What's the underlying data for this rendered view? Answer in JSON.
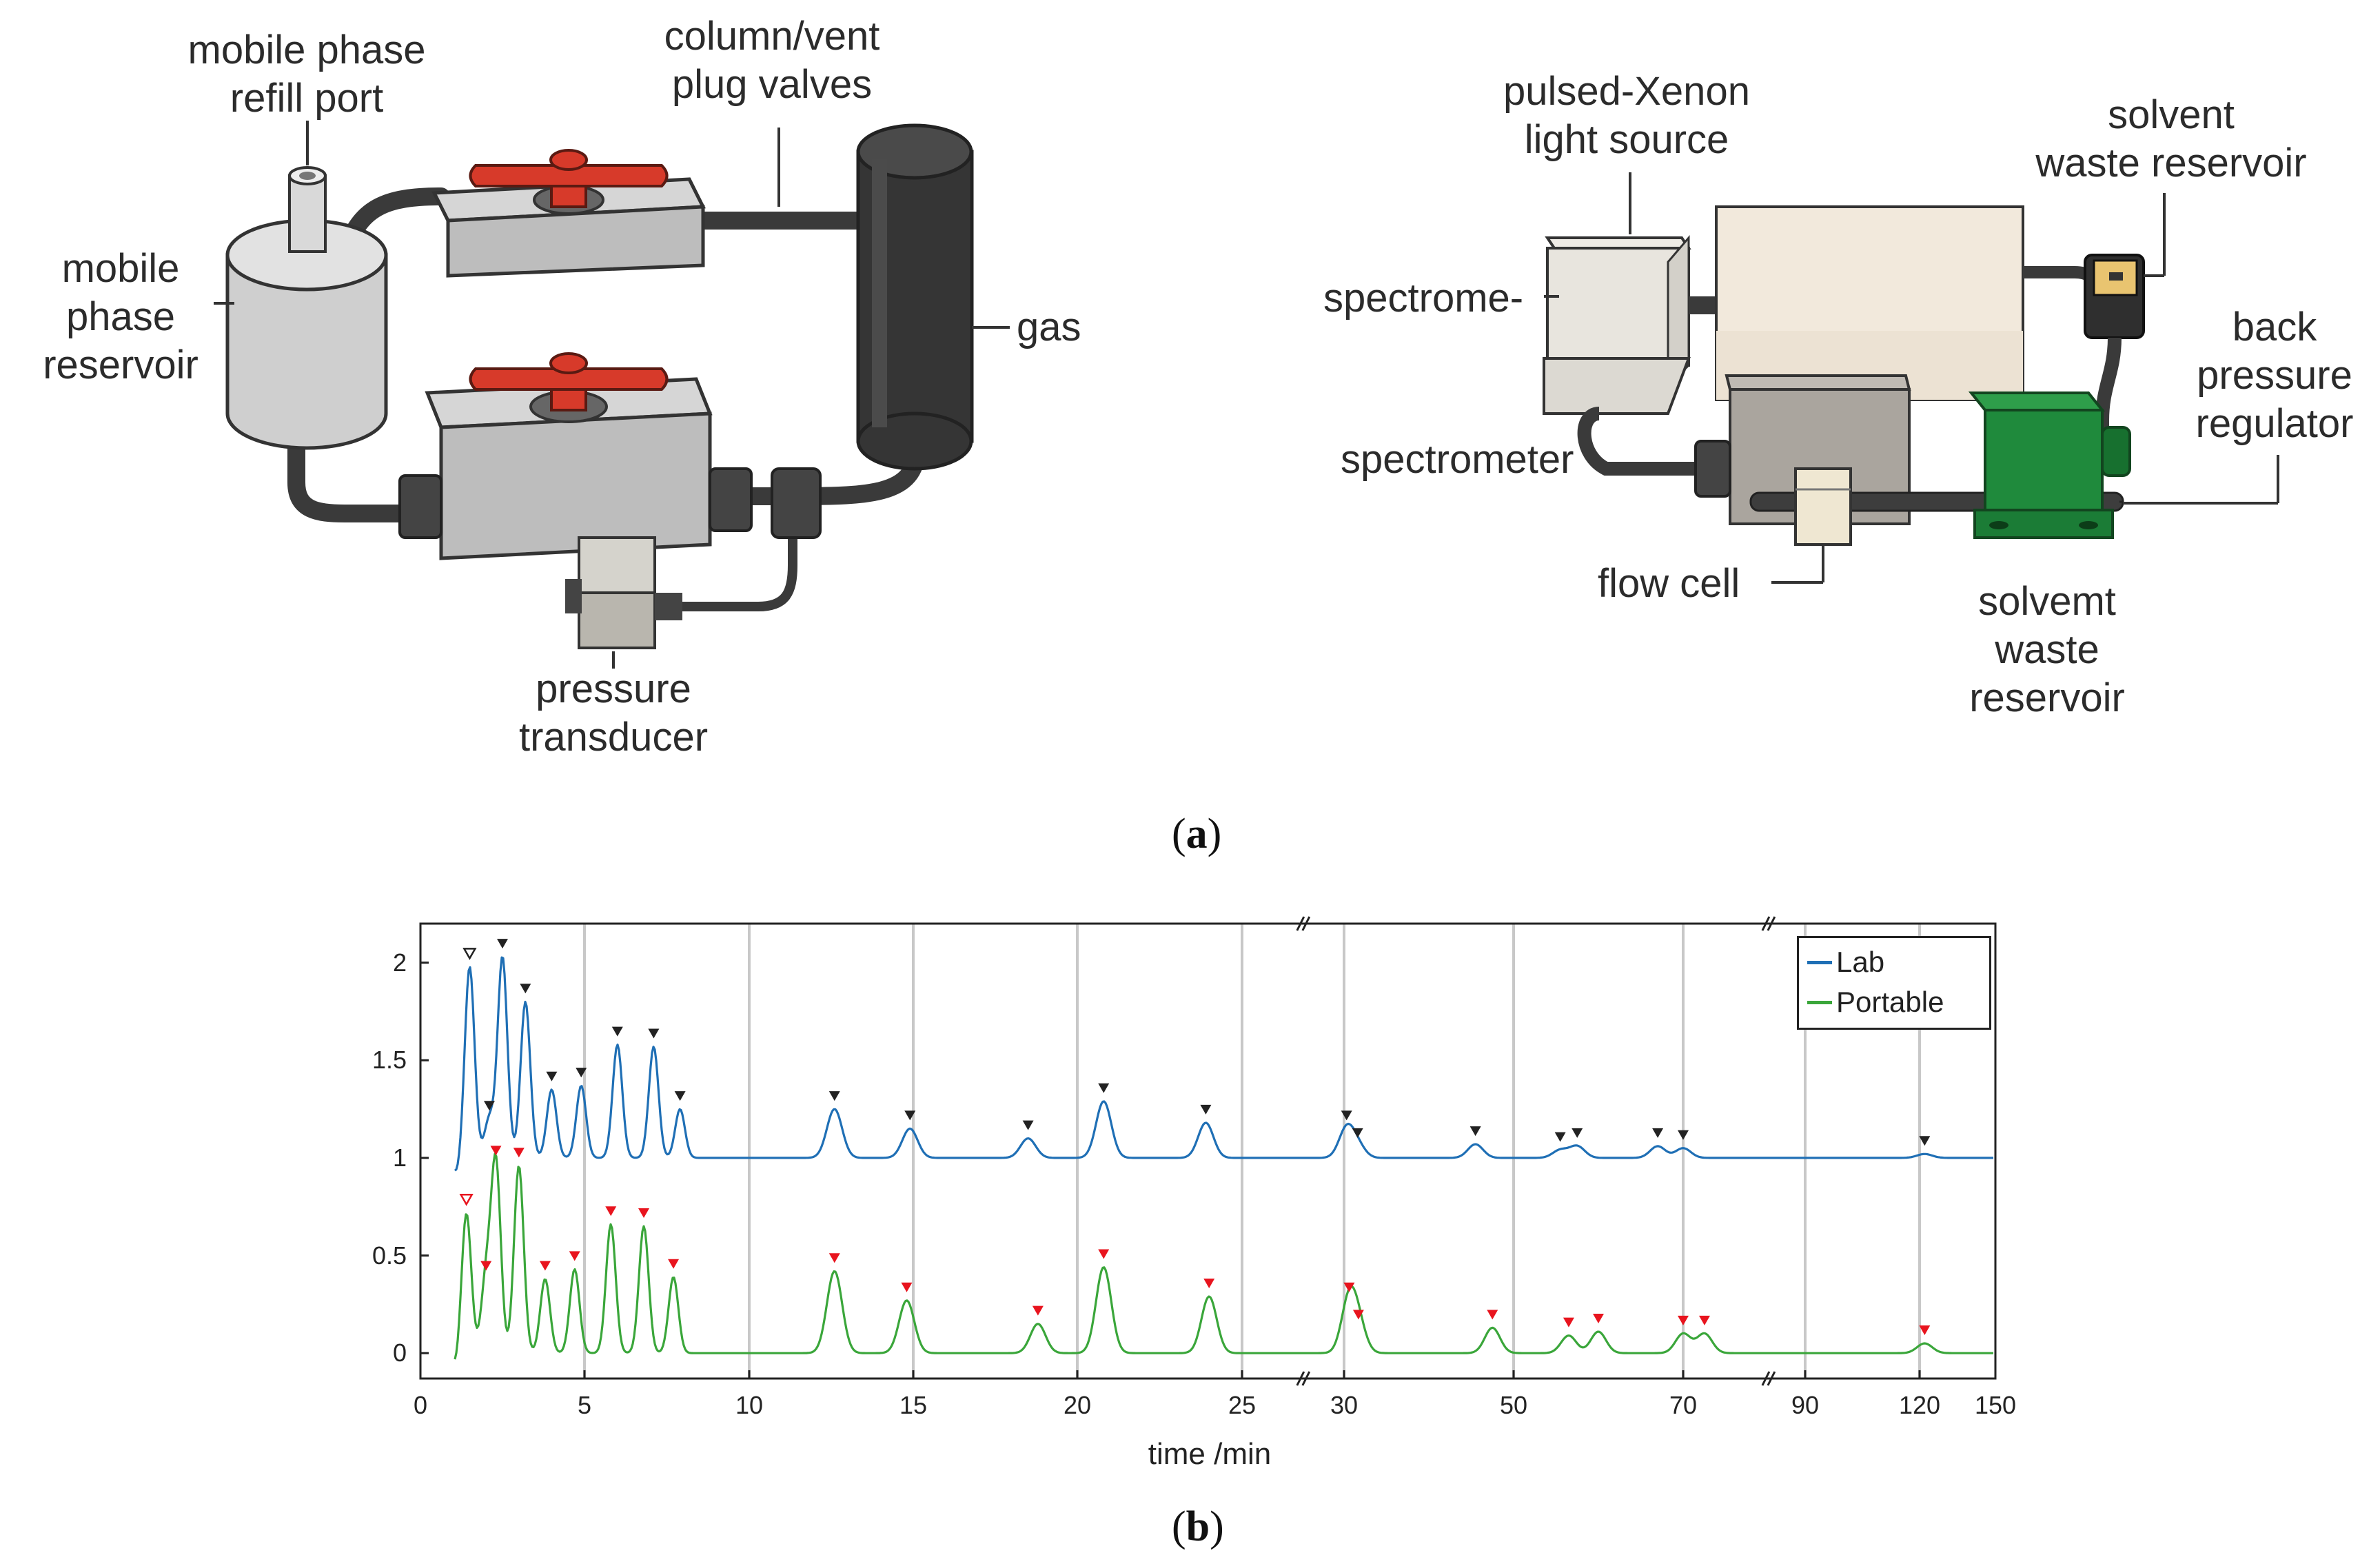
{
  "panel_a": {
    "caption_letter": "a",
    "labels": {
      "refill_port": [
        "mobile phase",
        "refill port"
      ],
      "column_vent": [
        "column/vent",
        "plug valves"
      ],
      "reservoir": [
        "mobile",
        "phase",
        "reservoir"
      ],
      "gas": "gas",
      "pressure_transducer": [
        "pressure",
        "transducer"
      ],
      "pulsed_xenon": [
        "pulsed-Xenon",
        "light source"
      ],
      "solvent_waste_top": [
        "solvent",
        "waste reservoir"
      ],
      "spectrome": "spectrome-",
      "spectrometer": "spectrometer",
      "back_pressure": [
        "back",
        "pressure",
        "regulator"
      ],
      "flow_cell": "flow cell",
      "solvemt_waste": [
        "solvemt",
        "waste",
        "reservoir"
      ]
    },
    "colors": {
      "valve_red": "#d73a2a",
      "regulator_green": "#1f8a3c",
      "body_gray": "#bdbdbd",
      "dark": "#2f2f2f"
    }
  },
  "panel_b": {
    "caption_letter": "b"
  },
  "chart_data": {
    "type": "line",
    "xlabel": "time /min",
    "ylabel": "",
    "xticks": [
      "0",
      "5",
      "10",
      "15",
      "20",
      "25",
      "30",
      "50",
      "70",
      "90",
      "120",
      "150"
    ],
    "yticks": [
      "0",
      "0.5",
      "1",
      "1.5",
      "2"
    ],
    "ylim": [
      -0.13,
      2.2
    ],
    "axis_breaks": [
      "28",
      "84"
    ],
    "grid": "vertical",
    "legend_placement": "top-right",
    "series": [
      {
        "name": "Lab",
        "color": "#1f6fb5",
        "marker_color": "#222222",
        "baseline": 1.0,
        "peaks": [
          {
            "t": 1.5,
            "h": 0.98,
            "marker": "open"
          },
          {
            "t": 2.1,
            "h": 0.2
          },
          {
            "t": 2.5,
            "h": 1.03
          },
          {
            "t": 3.2,
            "h": 0.8
          },
          {
            "t": 4.0,
            "h": 0.35
          },
          {
            "t": 4.9,
            "h": 0.37
          },
          {
            "t": 6.0,
            "h": 0.58
          },
          {
            "t": 7.1,
            "h": 0.57
          },
          {
            "t": 7.9,
            "h": 0.25
          },
          {
            "t": 12.6,
            "h": 0.25
          },
          {
            "t": 14.9,
            "h": 0.15
          },
          {
            "t": 18.5,
            "h": 0.1
          },
          {
            "t": 20.8,
            "h": 0.29
          },
          {
            "t": 23.9,
            "h": 0.18
          },
          {
            "t": 30.3,
            "h": 0.15
          },
          {
            "t": 31.6,
            "h": 0.06
          },
          {
            "t": 45.5,
            "h": 0.07
          },
          {
            "t": 55.5,
            "h": 0.04
          },
          {
            "t": 57.5,
            "h": 0.06
          },
          {
            "t": 67.0,
            "h": 0.06
          },
          {
            "t": 70.0,
            "h": 0.05
          },
          {
            "t": 122.0,
            "h": 0.02
          }
        ]
      },
      {
        "name": "Portable",
        "color": "#3aa63a",
        "marker_color": "#e8141e",
        "baseline": 0.0,
        "peaks": [
          {
            "t": 1.4,
            "h": 0.72,
            "marker": "open"
          },
          {
            "t": 2.0,
            "h": 0.38
          },
          {
            "t": 2.3,
            "h": 0.97
          },
          {
            "t": 3.0,
            "h": 0.96
          },
          {
            "t": 3.8,
            "h": 0.38
          },
          {
            "t": 4.7,
            "h": 0.43
          },
          {
            "t": 5.8,
            "h": 0.66
          },
          {
            "t": 6.8,
            "h": 0.65
          },
          {
            "t": 7.7,
            "h": 0.39
          },
          {
            "t": 12.6,
            "h": 0.42
          },
          {
            "t": 14.8,
            "h": 0.27
          },
          {
            "t": 18.8,
            "h": 0.15
          },
          {
            "t": 20.8,
            "h": 0.44
          },
          {
            "t": 24.0,
            "h": 0.29
          },
          {
            "t": 30.6,
            "h": 0.27
          },
          {
            "t": 31.7,
            "h": 0.13
          },
          {
            "t": 47.5,
            "h": 0.13
          },
          {
            "t": 56.5,
            "h": 0.09
          },
          {
            "t": 60.0,
            "h": 0.11
          },
          {
            "t": 70.0,
            "h": 0.1
          },
          {
            "t": 73.5,
            "h": 0.1
          },
          {
            "t": 122.0,
            "h": 0.05
          }
        ]
      }
    ]
  }
}
